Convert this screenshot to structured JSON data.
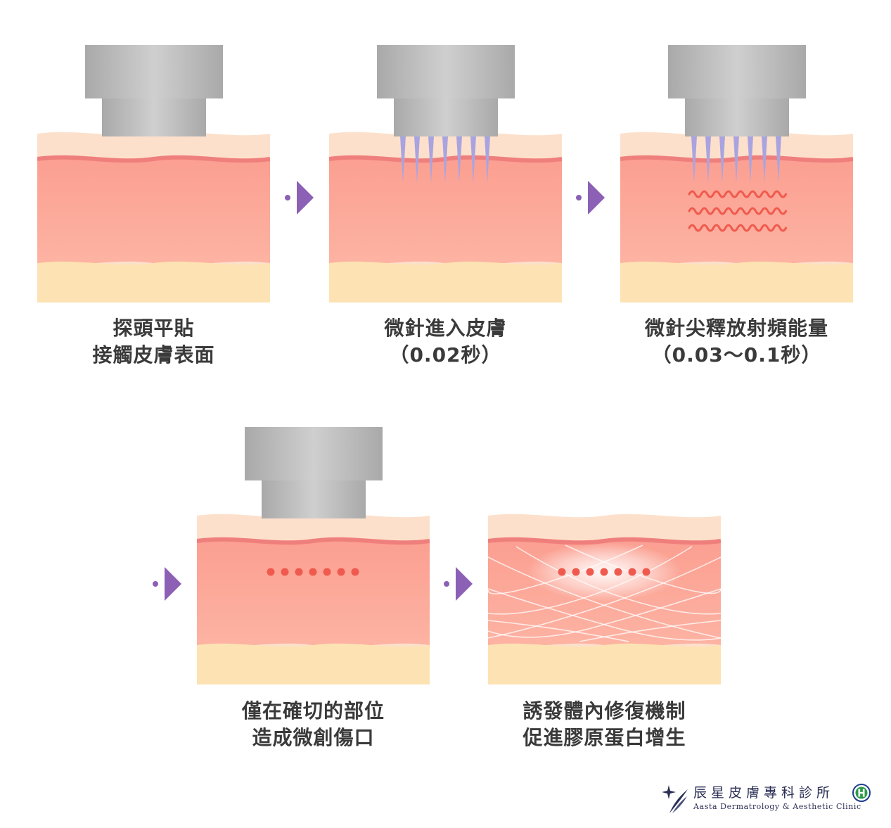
{
  "steps": [
    {
      "line1": "探頭平貼",
      "line2": "接觸皮膚表面"
    },
    {
      "line1": "微針進入皮膚",
      "line2": "（0.02秒）"
    },
    {
      "line1": "微針尖釋放射頻能量",
      "line2": "（0.03～0.1秒）"
    },
    {
      "line1": "僅在確切的部位",
      "line2": "造成微創傷口"
    },
    {
      "line1": "誘發體內修復機制",
      "line2": "促進膠原蛋白增生"
    }
  ],
  "footer": {
    "clinic_name_zh": "辰星皮膚專科診所",
    "clinic_name_en": "Aasta Dermatrology & Aesthetic Clinic",
    "star_icon": "four-point-star-icon",
    "hospital_icon": "h-cross-badge-icon"
  },
  "colors": {
    "skin_surface": "#fde0cb",
    "epidermis_line": "#ef7f7c",
    "dermis": "#fca99a",
    "fat": "#fde2b3",
    "probe": "#bcbcbc",
    "needle": "#a9a4e0",
    "rf_wave": "#f05a4e",
    "arrow": "#8c60b5"
  }
}
